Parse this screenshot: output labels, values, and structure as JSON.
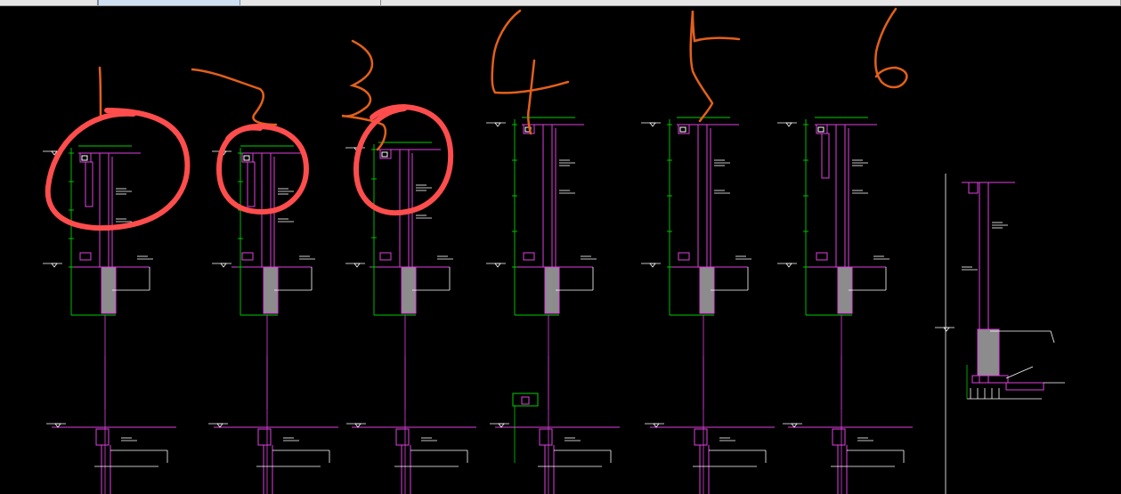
{
  "window": {
    "tabs": [
      {
        "label": "",
        "active": false
      },
      {
        "label": "",
        "active": true
      },
      {
        "label": "",
        "active": false
      },
      {
        "label": "",
        "active": false
      }
    ]
  },
  "canvas": {
    "background": "#000000",
    "line_colors": {
      "wall": "#e040e0",
      "dimension": "#00d000",
      "annotation": "#ffffff",
      "ink_circle": "#ff4d4d",
      "ink_number": "#e2601a",
      "fill": "#8c8c8c"
    }
  },
  "annotations": {
    "handwritten_numbers": [
      "1",
      "2",
      "3",
      "4",
      "5",
      "6"
    ],
    "circled_sections": 3
  },
  "sections": [
    {
      "id": "section-1",
      "has_footing": true,
      "variant": "deep-beam"
    },
    {
      "id": "section-2",
      "has_footing": true,
      "variant": "deep-beam"
    },
    {
      "id": "section-3",
      "has_footing": true,
      "variant": "plain"
    },
    {
      "id": "section-4",
      "has_footing": true,
      "variant": "tall"
    },
    {
      "id": "section-5",
      "has_footing": true,
      "variant": "tall-stepped"
    },
    {
      "id": "section-6",
      "has_footing": true,
      "variant": "tall-beam"
    },
    {
      "id": "section-7",
      "has_footing": true,
      "variant": "retaining"
    }
  ],
  "icons": {
    "level_marker": "triangle-level-icon"
  }
}
